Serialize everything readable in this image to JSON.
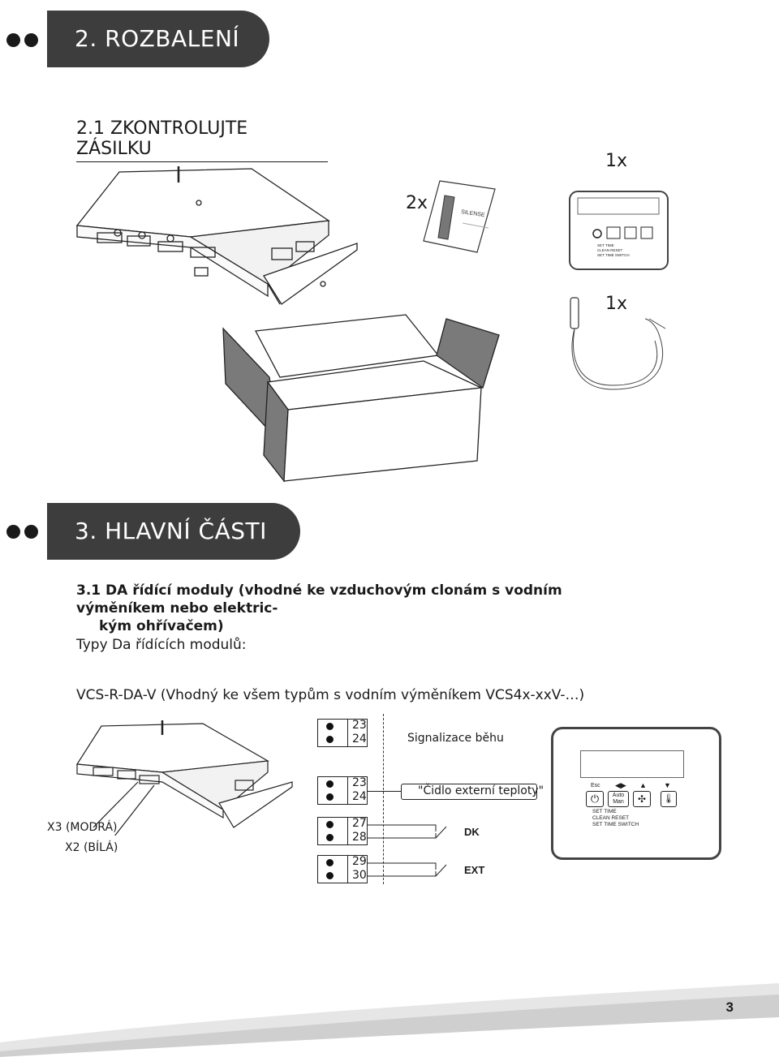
{
  "section2": {
    "title": "2. ROZBALENÍ",
    "subtitle": "2.1 ZKONTROLUJTE ZÁSILKU",
    "qty_manual": "2x",
    "qty_panel": "1x",
    "qty_sensor": "1x"
  },
  "section3": {
    "title": "3. HLAVNÍ ČÁSTI",
    "heading_line1": "3.1 DA řídící moduly (vhodné ke vzduchovým clonám s vodním výměníkem nebo elektric-",
    "heading_line2": "kým ohřívačem)",
    "types_label": "Typy Da řídících modulů:",
    "model_line": "VCS-R-DA-V (Vhodný ke všem typům s vodním výměníkem VCS4x-xxV-…)"
  },
  "wiring": {
    "x3_label": "X3 (MODRÁ)",
    "x2_label": "X2 (BÍLÁ)",
    "run_signal_label": "Signalizace běhu",
    "ext_temp_label": "\"Čidlo externí teploty\"",
    "dk_label": "DK",
    "ext_label": "EXT",
    "terminals": [
      {
        "top": "23",
        "bottom": "24"
      },
      {
        "top": "23",
        "bottom": "24"
      },
      {
        "top": "27",
        "bottom": "28"
      },
      {
        "top": "29",
        "bottom": "30"
      }
    ]
  },
  "panel": {
    "esc": "Esc",
    "auto": "Auto",
    "man": "Man",
    "set_time": "SET TIME",
    "clean_reset": "CLEAN RESET",
    "set_time_switch": "SET TIME SWITCH"
  },
  "manual_brand": "SILENSE",
  "page_number": "3",
  "colors": {
    "pill": "#3d3d3d",
    "box_side": "#7a7a7a",
    "text": "#1a1a1a"
  }
}
